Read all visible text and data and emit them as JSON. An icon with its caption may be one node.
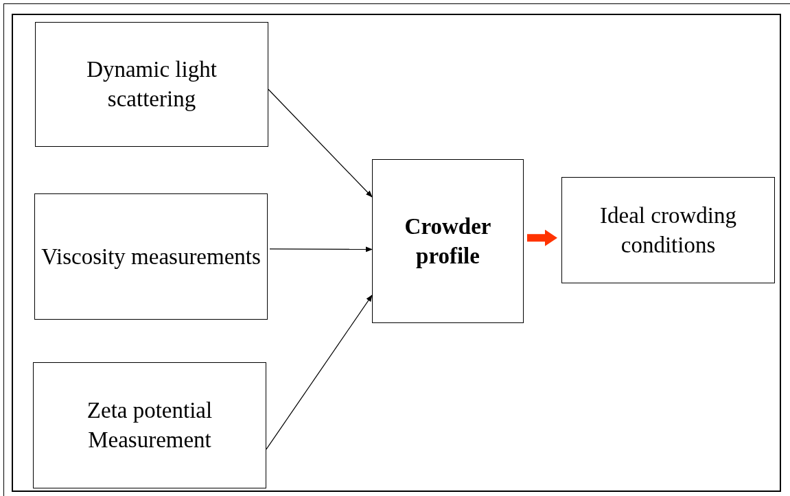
{
  "diagram": {
    "nodes": [
      {
        "text": [
          "Dynamic light scattering"
        ]
      },
      {
        "text": [
          "Viscosity measurements"
        ]
      },
      {
        "text": [
          "Zeta potential Measurement"
        ]
      },
      {
        "text": [
          "Crowder profile"
        ]
      },
      {
        "text": [
          "Ideal crowding conditions"
        ]
      }
    ],
    "edges": [
      {
        "from": 0,
        "to": 3,
        "arrow": "to"
      },
      {
        "from": 1,
        "to": 3,
        "arrow": "to"
      },
      {
        "from": 2,
        "to": 3,
        "arrow": "to"
      },
      {
        "from": 3,
        "to": 4,
        "arrow": "to",
        "style": "thick",
        "color": "#ff3300"
      }
    ]
  }
}
